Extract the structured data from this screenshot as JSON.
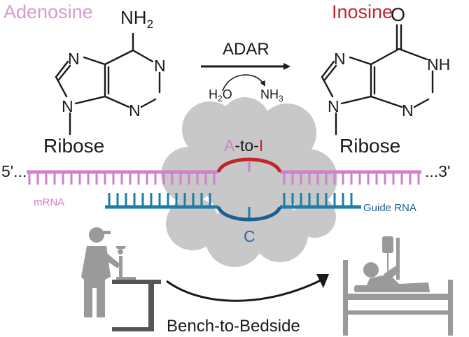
{
  "reaction": {
    "substrate_name": "Adenosine",
    "product_name": "Inosine",
    "enzyme": "ADAR",
    "reactant_water": "H",
    "reactant_water_sub": "2",
    "reactant_water_tail": "O",
    "product_ammonia": "NH",
    "product_ammonia_sub": "3"
  },
  "adenosine_structure": {
    "amine": "NH",
    "amine_sub": "2",
    "n_top": "N",
    "n_right_top": "N",
    "n_right_bottom": "N",
    "n9": "N",
    "sugar": "Ribose"
  },
  "inosine_structure": {
    "carbonyl": "O",
    "n_top": "N",
    "nh": "NH",
    "n_right_bottom": "N",
    "n9": "N",
    "sugar": "Ribose"
  },
  "edit": {
    "a_letter": "A",
    "connector": "-to-",
    "i_letter": "I",
    "c_letter": "C"
  },
  "strands": {
    "five_prime": "5'...",
    "three_prime": "...3'",
    "mrna": "mRNA",
    "guide": "Guide RNA"
  },
  "bench_to_bedside": "Bench-to-Bedside",
  "colors": {
    "adenosine": "#d59bd0",
    "inosine": "#c0272d",
    "mrna": "#cf7fcb",
    "guide": "#1a7ea8",
    "guide_label": "#1b5f95",
    "c_letter": "#2f63b0",
    "cloud": "#c8c8c8",
    "icons": "#9a9a9a",
    "text": "#1a1a1a"
  }
}
